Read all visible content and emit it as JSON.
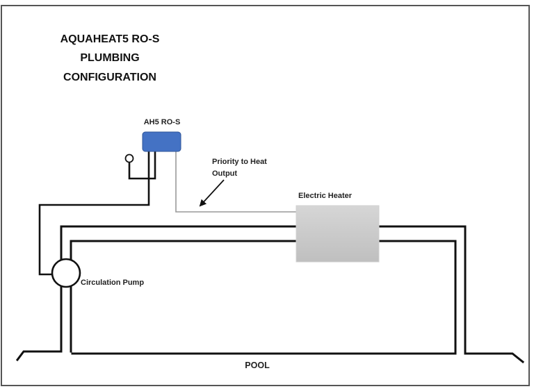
{
  "title": {
    "lines": [
      "AQUAHEAT5 RO-S",
      "PLUMBING",
      "CONFIGURATION"
    ]
  },
  "components": {
    "controller": {
      "label": "AH5 RO-S",
      "color": "#4472C4",
      "border_color": "#2F5597"
    },
    "heater": {
      "label": "Electric Heater",
      "color_top": "#D6D6D6",
      "color_bottom": "#BFBFBF"
    },
    "pump": {
      "label": "Circulation Pump"
    },
    "sensor": {
      "label": ""
    },
    "pool": {
      "label": "POOL"
    }
  },
  "annotations": {
    "priority_output": {
      "lines": [
        "Priority to Heat",
        "Output"
      ]
    }
  },
  "colors": {
    "pipe": "#111111",
    "signal_line": "#999999",
    "frame": "#555555",
    "background": "#FFFFFF"
  }
}
